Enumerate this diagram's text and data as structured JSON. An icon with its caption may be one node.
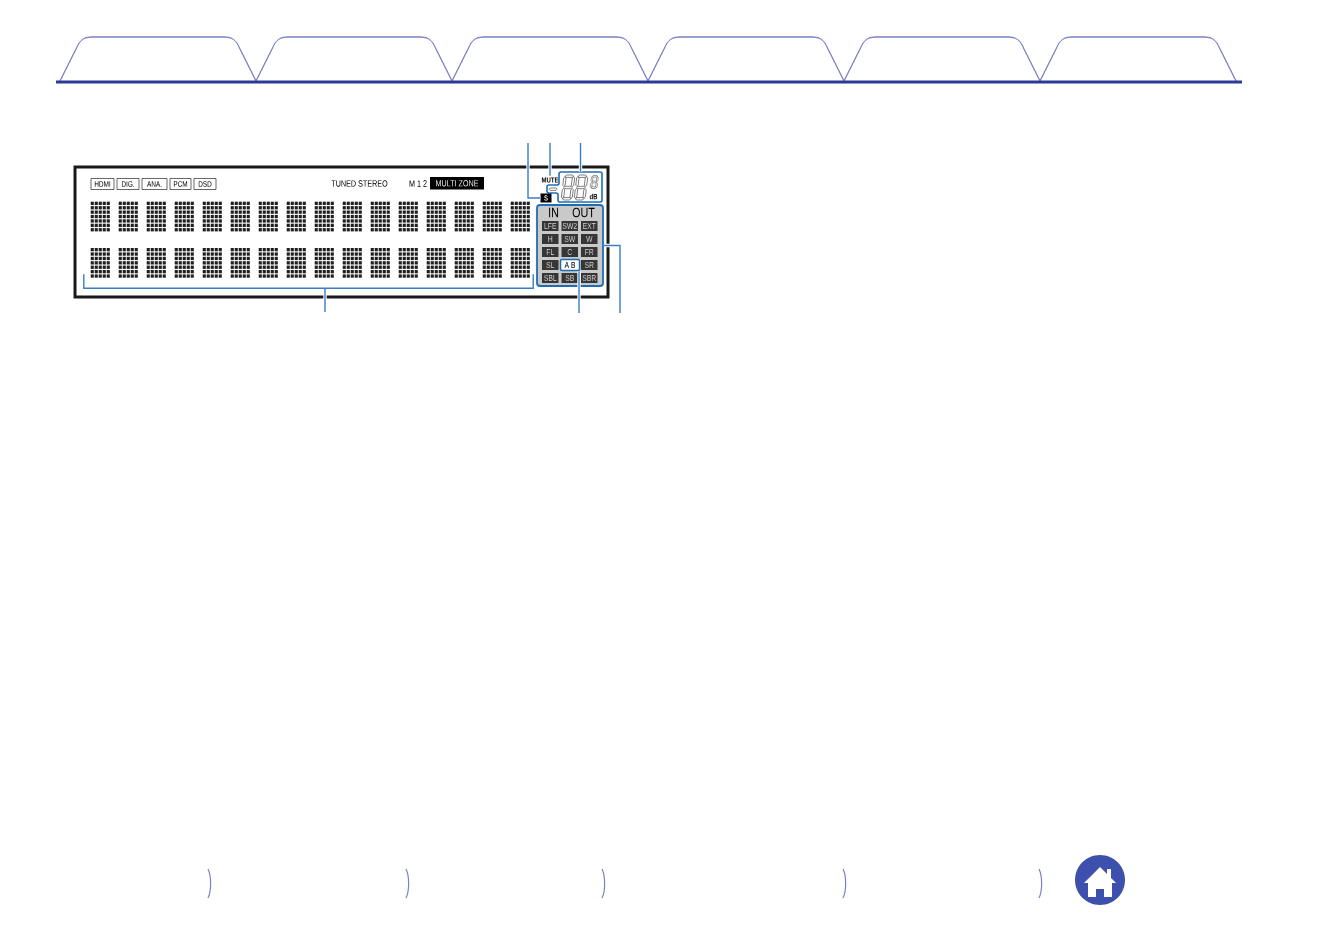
{
  "diagram": {
    "nodes": [
      {
        "text": [],
        "shape": "box"
      },
      {
        "text": [
          "HDMI"
        ],
        "in": 0
      },
      {
        "text": [
          "DIG."
        ],
        "in": 0
      },
      {
        "text": [
          "ANA."
        ],
        "in": 0
      },
      {
        "text": [
          "PCM"
        ],
        "in": 0
      },
      {
        "text": [
          "DSD"
        ],
        "in": 0
      },
      {
        "text": [
          "MULTI ZONE"
        ],
        "in": 0
      },
      {
        "text": [
          "MUTE"
        ],
        "in": 0
      },
      {
        "text": [
          "dB"
        ],
        "in": 0
      },
      {
        "text": [
          "S"
        ],
        "in": 0
      },
      {
        "text": [],
        "shape": "picture",
        "in": 0
      },
      {
        "text": [
          "IN",
          "OUT"
        ],
        "in": 0
      },
      {
        "text": [
          "LFE"
        ],
        "in": 11
      },
      {
        "text": [
          "SW2"
        ],
        "in": 11
      },
      {
        "text": [
          "EXT"
        ],
        "in": 11
      },
      {
        "text": [
          "H"
        ],
        "in": 11
      },
      {
        "text": [
          "SW"
        ],
        "in": 11
      },
      {
        "text": [
          "W"
        ],
        "in": 11
      },
      {
        "text": [
          "FL"
        ],
        "in": 11
      },
      {
        "text": [
          "C"
        ],
        "in": 11
      },
      {
        "text": [
          "FR"
        ],
        "in": 11
      },
      {
        "text": [
          "SL"
        ],
        "in": 11
      },
      {
        "text": [
          "A B"
        ],
        "in": 11
      },
      {
        "text": [
          "SR"
        ],
        "in": 11
      },
      {
        "text": [
          "SBL"
        ],
        "in": 11
      },
      {
        "text": [
          "SB"
        ],
        "in": 11
      },
      {
        "text": [
          "SBR"
        ],
        "in": 11
      }
    ],
    "edges": [
      {
        "from": null,
        "to": 9,
        "arrow": "none"
      },
      {
        "from": null,
        "to": 7,
        "arrow": "none"
      },
      {
        "from": null,
        "to": 8,
        "arrow": "none"
      },
      {
        "from": null,
        "to": 10,
        "arrow": "none"
      },
      {
        "from": null,
        "to": 22,
        "arrow": "none"
      },
      {
        "from": null,
        "to": 11,
        "arrow": "none"
      }
    ],
    "labels": [
      "TUNED STEREO",
      "M 1 2"
    ]
  }
}
